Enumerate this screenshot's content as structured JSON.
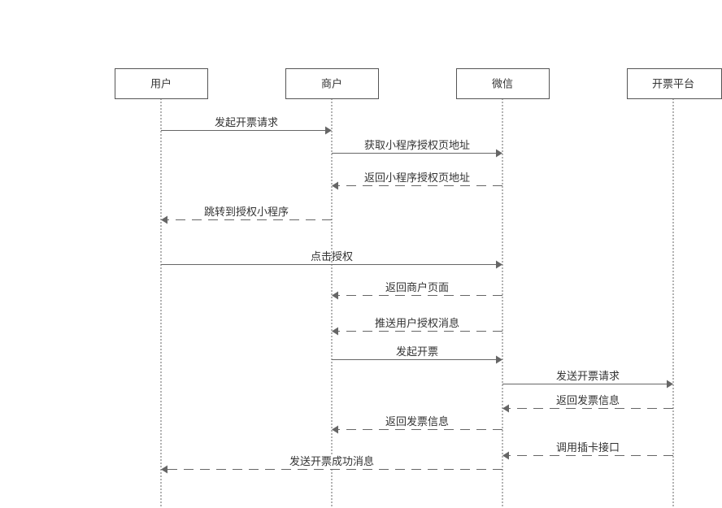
{
  "participants": [
    {
      "id": "user",
      "label": "用户"
    },
    {
      "id": "merchant",
      "label": "商户"
    },
    {
      "id": "wechat",
      "label": "微信"
    },
    {
      "id": "platform",
      "label": "开票平台"
    }
  ],
  "messages": [
    {
      "from": "user",
      "to": "merchant",
      "label": "发起开票请求",
      "style": "solid"
    },
    {
      "from": "merchant",
      "to": "wechat",
      "label": "获取小程序授权页地址",
      "style": "solid"
    },
    {
      "from": "wechat",
      "to": "merchant",
      "label": "返回小程序授权页地址",
      "style": "dashed"
    },
    {
      "from": "merchant",
      "to": "user",
      "label": "跳转到授权小程序",
      "style": "dashed"
    },
    {
      "from": "user",
      "to": "wechat",
      "label": "点击授权",
      "style": "solid"
    },
    {
      "from": "wechat",
      "to": "merchant",
      "label": "返回商户页面",
      "style": "dashed"
    },
    {
      "from": "wechat",
      "to": "merchant",
      "label": "推送用户授权消息",
      "style": "dashed"
    },
    {
      "from": "merchant",
      "to": "wechat",
      "label": "发起开票",
      "style": "solid"
    },
    {
      "from": "wechat",
      "to": "platform",
      "label": "发送开票请求",
      "style": "solid"
    },
    {
      "from": "platform",
      "to": "wechat",
      "label": "返回发票信息",
      "style": "dashed"
    },
    {
      "from": "wechat",
      "to": "merchant",
      "label": "返回发票信息",
      "style": "dashed"
    },
    {
      "from": "platform",
      "to": "wechat",
      "label": "调用插卡接口",
      "style": "dashed"
    },
    {
      "from": "wechat",
      "to": "user",
      "label": "发送开票成功消息",
      "style": "dashed"
    }
  ]
}
